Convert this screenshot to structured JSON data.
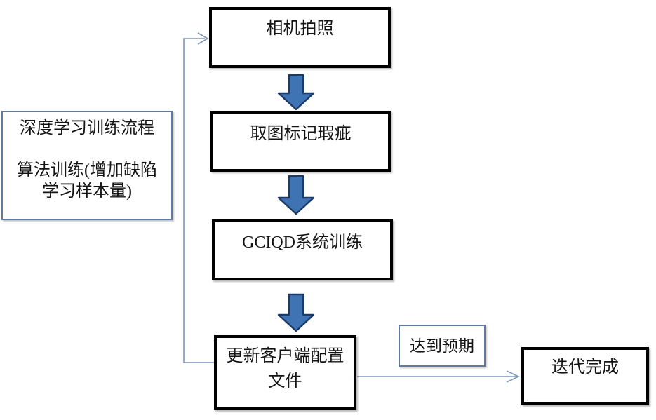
{
  "diagram": {
    "note_text": "深度学习训练流程\n\n算法训练(增加缺陷\n学习样本量)",
    "steps": [
      {
        "label": "相机拍照"
      },
      {
        "label": "取图标记瑕疵"
      },
      {
        "label": "GCIQD系统训练"
      },
      {
        "label": "更新客户端配置\n文件"
      }
    ],
    "condition_label": "达到预期",
    "end_label": "迭代完成",
    "icons": {
      "step_connector": "down-block-arrow",
      "line_ending": "open-arrowhead"
    },
    "colors": {
      "box_border": "#000000",
      "note_border": "#60799f",
      "connector": "#7d96b6",
      "block_arrow_fill": "#3f74b4",
      "block_arrow_stroke": "#1c3a63"
    }
  }
}
